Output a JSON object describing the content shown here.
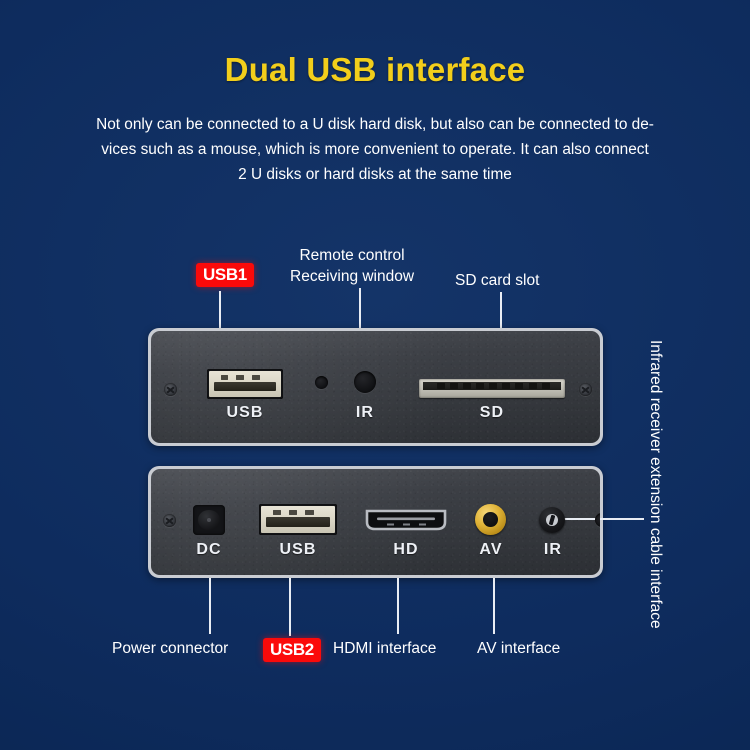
{
  "theme": {
    "background_navy": "#0e2c5e",
    "title_gold": "#f2ce1b",
    "badge_red": "#fb0a0a",
    "text_white": "#ffffff",
    "leader_line": "#e9edf4",
    "panel_edge": "#c9ccd2",
    "panel_face": "#3c3f45",
    "av_gold": "#e0b337"
  },
  "header": {
    "title": "Dual USB interface",
    "body_line_1": "Not only can be connected to a U disk hard disk, but also can be connected to de-",
    "body_line_2": "vices such as a mouse, which is more convenient to operate. It can also connect",
    "body_line_3": "2 U disks or hard disks at the same time"
  },
  "callouts": {
    "usb1_badge": "USB1",
    "remote_line_1": "Remote control",
    "remote_line_2": "Receiving window",
    "sd_card_slot": "SD card slot",
    "power_connector": "Power connector",
    "usb2_badge": "USB2",
    "hdmi_interface": "HDMI interface",
    "av_interface": "AV interface",
    "infrared_cable": "Infrared receiver extension cable interface"
  },
  "front_panel": {
    "ports": [
      {
        "caption": "USB",
        "type": "usb-a-port"
      },
      {
        "caption": "IR",
        "type": "ir-receiver-window"
      },
      {
        "caption": "SD",
        "type": "sd-card-slot"
      }
    ]
  },
  "rear_panel": {
    "ports": [
      {
        "caption": "DC",
        "type": "dc-power-jack"
      },
      {
        "caption": "USB",
        "type": "usb-a-port"
      },
      {
        "caption": "HD",
        "type": "hdmi-port"
      },
      {
        "caption": "AV",
        "type": "av-rca-jack"
      },
      {
        "caption": "IR",
        "type": "ir-extension-jack"
      }
    ]
  }
}
